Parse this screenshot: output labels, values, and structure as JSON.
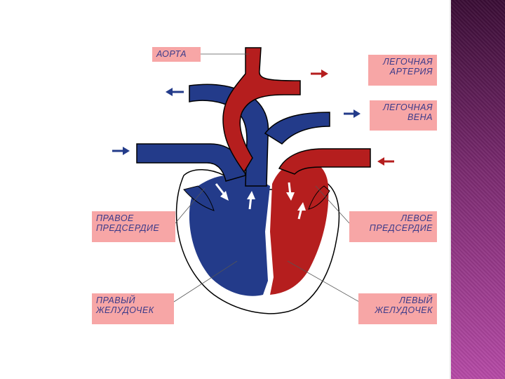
{
  "colors": {
    "oxygen_poor_blood": "#233b8a",
    "oxygen_rich_blood": "#b51e1e",
    "label_background": "#f7a6a6",
    "label_text": "#3a3a8a",
    "side_bar": "#7a2a6f"
  },
  "labels": {
    "aorta": "АОРТА",
    "pulmonary_artery": "ЛЕГОЧНАЯ\nАРТЕРИЯ",
    "pulmonary_vein": "ЛЕГОЧНАЯ\nВЕНА",
    "right_atrium": "ПРАВОЕ\nПРЕДСЕРДИЕ",
    "left_atrium": "ЛЕВОЕ\nПРЕДСЕРДИЕ",
    "right_ventricle": "ПРАВЫЙ\nЖЕЛУДОЧЕК",
    "left_ventricle": "ЛЕВЫЙ\nЖЕЛУДОЧЕК"
  },
  "arrows": [
    {
      "name": "pulmonary-artery-arrow",
      "direction": "right",
      "color": "oxygen_rich_blood"
    },
    {
      "name": "upper-vena-cava-arrow",
      "direction": "left",
      "color": "oxygen_poor_blood"
    },
    {
      "name": "pulmonary-vein-arrow",
      "direction": "right",
      "color": "oxygen_poor_blood"
    },
    {
      "name": "lower-vena-cava-arrow",
      "direction": "right",
      "color": "oxygen_poor_blood"
    },
    {
      "name": "left-inflow-arrow",
      "direction": "left",
      "color": "oxygen_rich_blood"
    }
  ]
}
